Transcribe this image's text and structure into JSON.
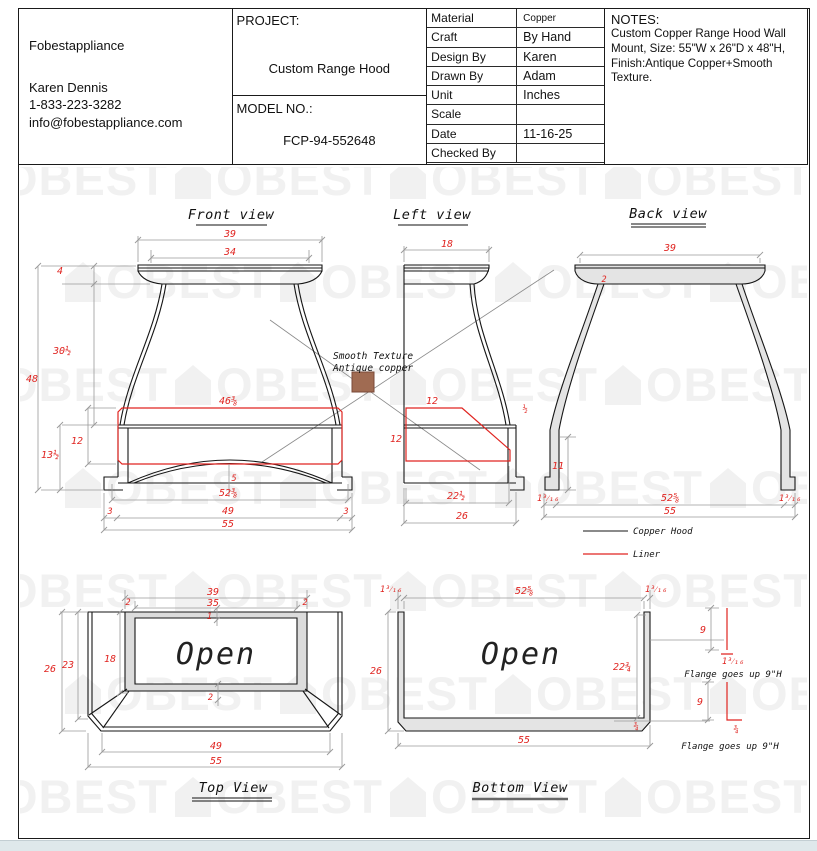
{
  "title_block": {
    "company": {
      "name": "Fobestappliance",
      "contact_name": "Karen Dennis",
      "phone": "1-833-223-3282",
      "email": "info@fobestappliance.com"
    },
    "project": {
      "label": "PROJECT:",
      "name": "Custom Range Hood",
      "model_label": "MODEL NO.:",
      "model_number": "FCP-94-552648"
    },
    "specs": {
      "rows": [
        {
          "label": "Material",
          "value": "Copper"
        },
        {
          "label": "Craft",
          "value": "By Hand"
        },
        {
          "label": "Design By",
          "value": "Karen"
        },
        {
          "label": "Drawn By",
          "value": "Adam"
        },
        {
          "label": "Unit",
          "value": "Inches"
        },
        {
          "label": "Scale",
          "value": ""
        },
        {
          "label": "Date",
          "value": "11-16-25"
        },
        {
          "label": "Checked By",
          "value": ""
        }
      ]
    },
    "notes": {
      "label": "NOTES:",
      "text": "Custom Copper Range Hood Wall Mount, Size: 55\"W x 26\"D x 48\"H, Finish:Antique Copper+Smooth Texture."
    }
  },
  "annotation": {
    "line1": "Smooth Texture",
    "line2": "Antique copper",
    "swatch_color": "#a06b52"
  },
  "legend": {
    "copper_hood": "Copper Hood",
    "liner": "Liner"
  },
  "watermark": {
    "text": "OBEST"
  },
  "colors": {
    "dimension": "#e02420",
    "drawing": "#1a1a1a"
  },
  "views": {
    "front": {
      "title": "Front view",
      "dims": {
        "top_width": "39",
        "inner_top_width": "34",
        "crown_height": "4",
        "upper_height": "30½",
        "total_height": "48",
        "liner_width": "46⅜",
        "band_height": "13½",
        "liner_height": "12",
        "arch_height": "5",
        "bottom_inner": "52⅜",
        "foot_left": "3",
        "base_inner": "49",
        "foot_right": "3",
        "base_width": "55"
      }
    },
    "left": {
      "title": "Left view",
      "dims": {
        "top_depth": "18",
        "liner_top": "12",
        "liner_height": "12",
        "gap": "½",
        "liner_bottom": "22½",
        "base_depth": "26"
      }
    },
    "back": {
      "title": "Back view",
      "dims": {
        "top_width": "39",
        "shell_thickness": "2",
        "leg_height": "11",
        "edge_left": "1³⁄₁₆",
        "bottom_inner": "52⅝",
        "edge_right": "1³⁄₁₆",
        "base_width": "55"
      }
    },
    "top": {
      "title": "Top View",
      "open_label": "Open",
      "dims": {
        "outer_width": "39",
        "inner_width": "35",
        "border_left": "2",
        "border_right": "2",
        "front_gap": "1",
        "inner_depth": "18",
        "mid_depth": "23",
        "outer_depth": "26",
        "border_bottom": "2",
        "base_inner": "49",
        "base_width": "55"
      }
    },
    "bottom": {
      "title": "Bottom View",
      "open_label": "Open",
      "dims": {
        "edge_left": "1³⁄₁₆",
        "inner_width": "52⅝",
        "edge_right": "1³⁄₁₆",
        "depth": "26",
        "wall_height": "22¾",
        "band_thickness": "¾",
        "base_width": "55"
      },
      "flange_top": {
        "height": "9",
        "width": "1³⁄₁₆",
        "note": "Flange goes up 9\"H"
      },
      "flange_bottom": {
        "height": "9",
        "width": "¾",
        "note": "Flange goes up 9\"H"
      }
    }
  }
}
